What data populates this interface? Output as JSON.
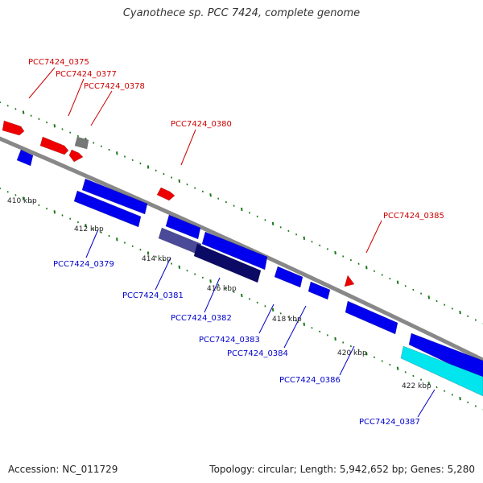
{
  "title": "Cyanothece sp. PCC 7424, complete genome",
  "footer": {
    "accession_label": "Accession:",
    "accession": "NC_011729",
    "topology_label": "Topology:",
    "topology": "circular",
    "length_label": "Length:",
    "length": "5,942,652 bp",
    "genes_label": "Genes:",
    "genes": "5,280"
  },
  "colors": {
    "forward_strand": "#ee0000",
    "reverse_strand": "#0000ee",
    "forward_label": "#cc0000",
    "reverse_label": "#0000cc",
    "backbone": "#888888",
    "tick": "#1a7a1a",
    "cyan_feature": "#00e5ee",
    "gray_feature": "#777777",
    "dark_feature": "#0b0b66",
    "purple_feature": "#4a4a99"
  },
  "scale_labels": [
    "410 kbp",
    "412 kbp",
    "414 kbp",
    "416 kbp",
    "418 kbp",
    "420 kbp",
    "422 kbp"
  ],
  "forward_genes": [
    "PCC7424_0375",
    "PCC7424_0377",
    "PCC7424_0378",
    "PCC7424_0380",
    "PCC7424_0385"
  ],
  "reverse_genes": [
    "PCC7424_0379",
    "PCC7424_0381",
    "PCC7424_0382",
    "PCC7424_0383",
    "PCC7424_0384",
    "PCC7424_0386",
    "PCC7424_0387"
  ]
}
